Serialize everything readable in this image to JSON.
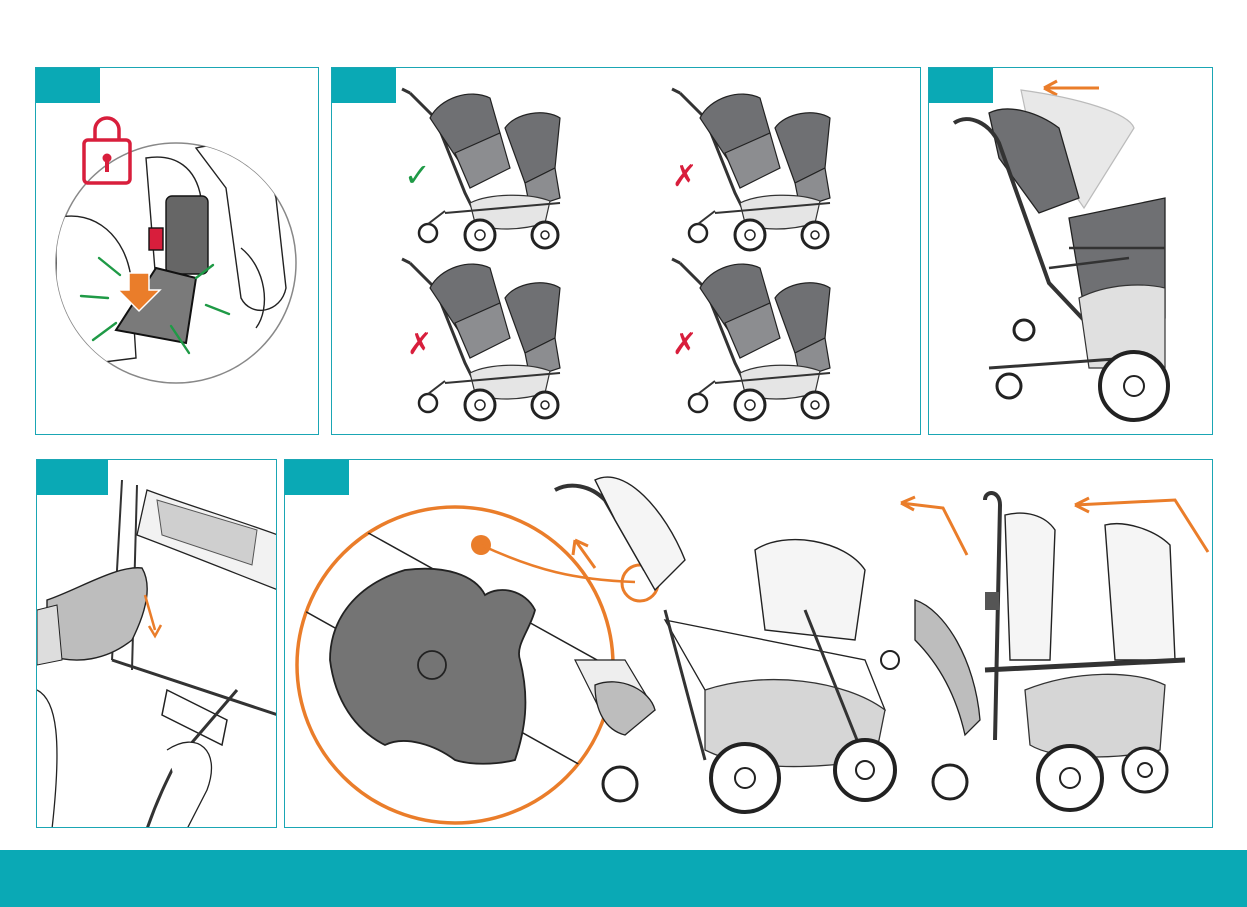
{
  "colors": {
    "accent": "#0aa9b5",
    "border": "#1aa6b4",
    "orange": "#ea7d2a",
    "red": "#d81e3c",
    "green": "#1f9a46",
    "fabric": "#6f7073"
  },
  "icons": [
    "padlock-icon",
    "down-arrow-icon",
    "check-mark-icon",
    "cross-mark-icon",
    "left-arrow-icon"
  ],
  "panels": [
    {
      "name": "step-lock-clip"
    },
    {
      "name": "step-seat-orientation"
    },
    {
      "name": "step-fold-canopy"
    },
    {
      "name": "step-press-pedal"
    },
    {
      "name": "step-fold-stroller"
    }
  ],
  "orientation_marks": {
    "correct": "✓",
    "incorrect": "✗"
  }
}
